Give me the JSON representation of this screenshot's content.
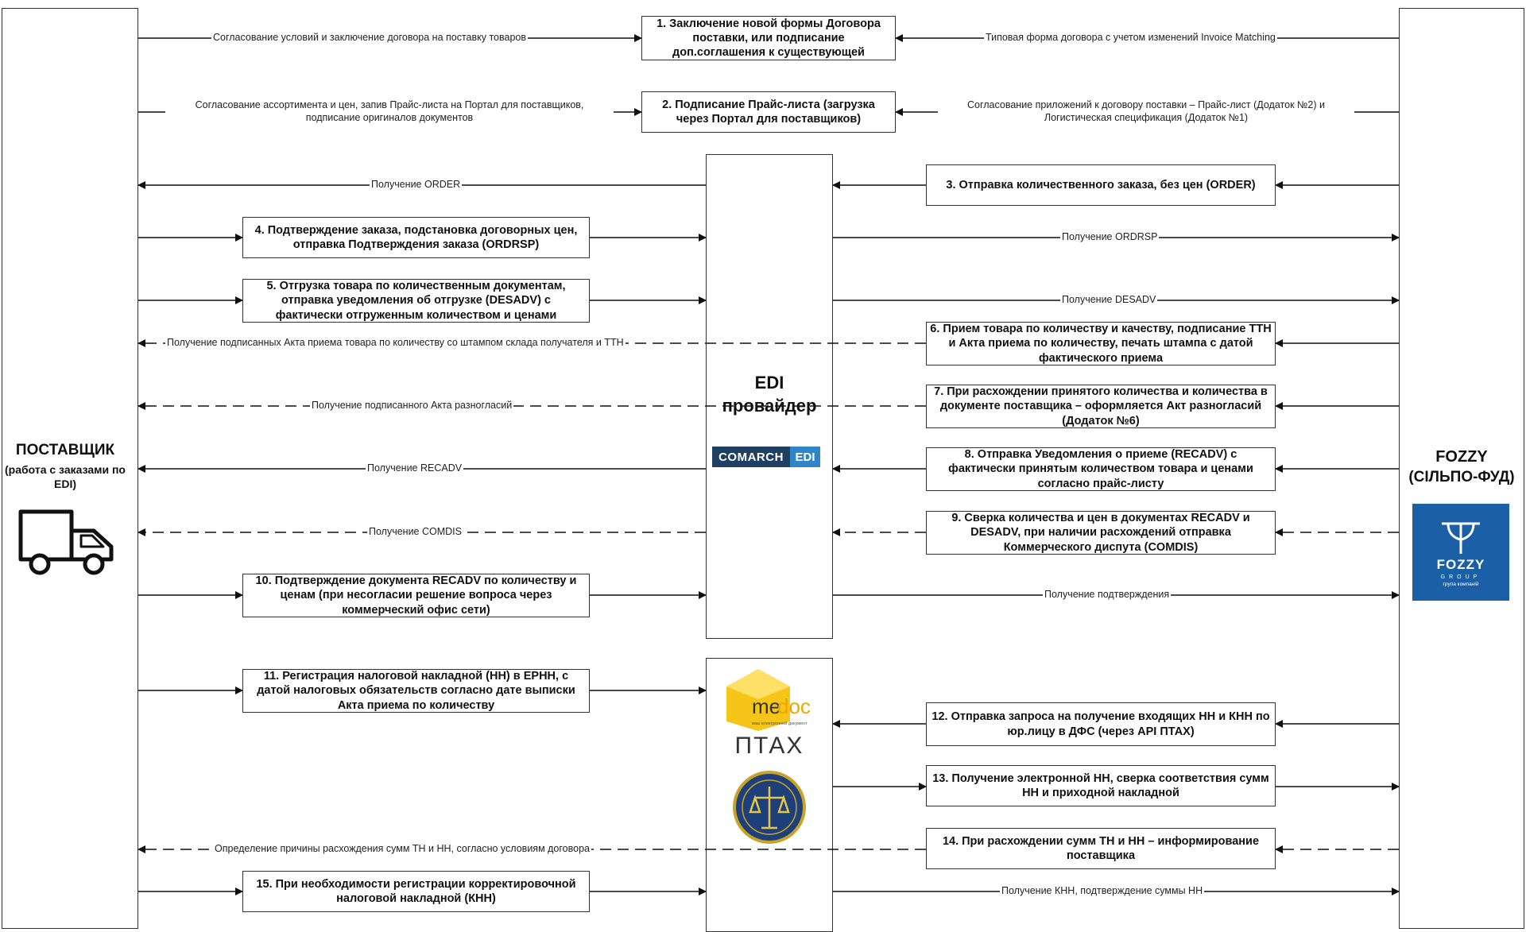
{
  "lanes": {
    "supplier": {
      "title": "ПОСТАВЩИК",
      "subtitle": "(работа с заказами по EDI)",
      "icon": "truck-icon"
    },
    "fozzy": {
      "title": "FOZZY",
      "subtitle": "(СІЛЬПО-ФУД)",
      "logo": {
        "name": "FOZZY",
        "group": "GROUP",
        "tagline": "група компаній",
        "color": "#1b5fa6"
      }
    }
  },
  "edi_provider": {
    "title": "EDI провайдер",
    "logo": {
      "name": "COMARCH",
      "suffix": "EDI",
      "colors": [
        "#1f3f63",
        "#2e86c8"
      ]
    }
  },
  "tax_services": {
    "medoc": {
      "main": "me",
      "second": "doc",
      "tagline": "ваш електронний документ",
      "color": "#f5c518"
    },
    "ptax": "ПТАХ",
    "emblem": "dfs-emblem"
  },
  "steps": [
    {
      "id": 1,
      "text": "1. Заключение новой формы Договора поставки, или подписание доп.соглашения к существующей"
    },
    {
      "id": 2,
      "text": "2. Подписание Прайс-листа (загрузка через Портал для поставщиков)"
    },
    {
      "id": 3,
      "text": "3. Отправка количественного заказа, без цен (ORDER)"
    },
    {
      "id": 4,
      "text": "4. Подтверждение заказа, подстановка договорных цен, отправка Подтверждения заказа (ORDRSP)"
    },
    {
      "id": 5,
      "text": "5. Отгрузка товара по количественным документам, отправка уведомления об отгрузке (DESADV) с фактически отгруженным количеством и ценами"
    },
    {
      "id": 6,
      "text": "6. Прием товара по количеству и качеству, подписание ТТН и Акта приема по количеству, печать штампа с датой фактического приема"
    },
    {
      "id": 7,
      "text": "7. При расхождении принятого количества и количества в документе поставщика – оформляется Акт разногласий (Додаток №6)"
    },
    {
      "id": 8,
      "text": "8. Отправка Уведомления о приеме (RECADV) с фактически принятым количеством товара и ценами согласно прайс-листу"
    },
    {
      "id": 9,
      "text": "9. Сверка количества и цен в документах RECADV и DESADV, при наличии расхождений отправка Коммерческого диспута (COMDIS)"
    },
    {
      "id": 10,
      "text": "10. Подтверждение документа RECADV по количеству и ценам (при несогласии решение вопроса через коммерческий офис сети)"
    },
    {
      "id": 11,
      "text": "11. Регистрация налоговой накладной (НН) в ЕРНН, с датой налоговых обязательств согласно дате выписки Акта приема по количеству"
    },
    {
      "id": 12,
      "text": "12. Отправка запроса на получение входящих НН и КНН по юр.лицу в ДФС (через API ПТАХ)"
    },
    {
      "id": 13,
      "text": "13. Получение электронной НН, сверка соответствия сумм НН и приходной накладной"
    },
    {
      "id": 14,
      "text": "14. При расхождении сумм ТН и НН – информирование поставщика"
    },
    {
      "id": 15,
      "text": "15. При необходимости регистрации корректировочной налоговой накладной (КНН)"
    }
  ],
  "flows": [
    {
      "text": "Согласование условий и заключение договора на поставку товаров"
    },
    {
      "text": "Типовая форма договора с учетом изменений Invoice Matching"
    },
    {
      "text": "Согласование ассортимента и цен, запив Прайс-листа на Портал для поставщиков, подписание оригиналов документов"
    },
    {
      "text": "Согласование приложений к договору поставки – Прайс-лист (Додаток №2) и Логистическая спецификация (Додаток №1)"
    },
    {
      "text": "Получение ORDER"
    },
    {
      "text": "Получение ORDRSP"
    },
    {
      "text": "Получение DESADV"
    },
    {
      "text": "Получение подписанных Акта приема товара по количеству со штампом склада получателя и ТТН"
    },
    {
      "text": "Получение подписанного Акта разногласий"
    },
    {
      "text": "Получение RECADV"
    },
    {
      "text": "Получение COMDIS"
    },
    {
      "text": "Получение подтверждения"
    },
    {
      "text": "Определение причины расхождения сумм ТН и НН, согласно условиям договора"
    },
    {
      "text": "Получение КНН, подтверждение суммы НН"
    }
  ]
}
